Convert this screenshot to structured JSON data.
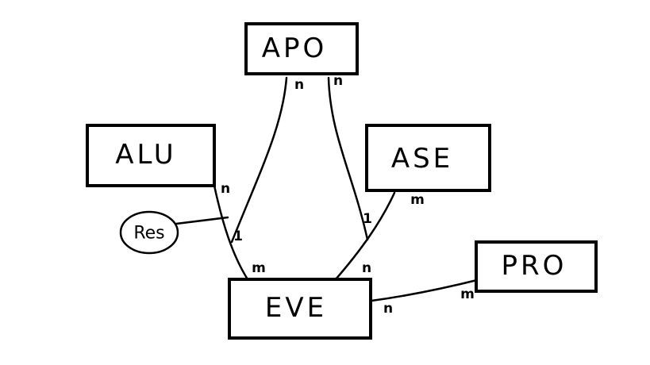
{
  "entities": {
    "apo": "APO",
    "alu": "ALU",
    "ase": "ASE",
    "pro": "PRO",
    "eve": "EVE"
  },
  "attributes": {
    "res": "Res"
  },
  "cardinalities": {
    "apo_eve_at_apo": "n",
    "apo_ase_at_apo": "n",
    "alu_eve_at_alu": "n",
    "alu_eve_at_eve": "m",
    "apo_eve_mid": "1",
    "ase_apo_mid": "1",
    "ase_eve_at_ase": "m",
    "ase_eve_at_eve": "n",
    "pro_eve_at_eve": "n",
    "pro_eve_at_pro": "m"
  }
}
